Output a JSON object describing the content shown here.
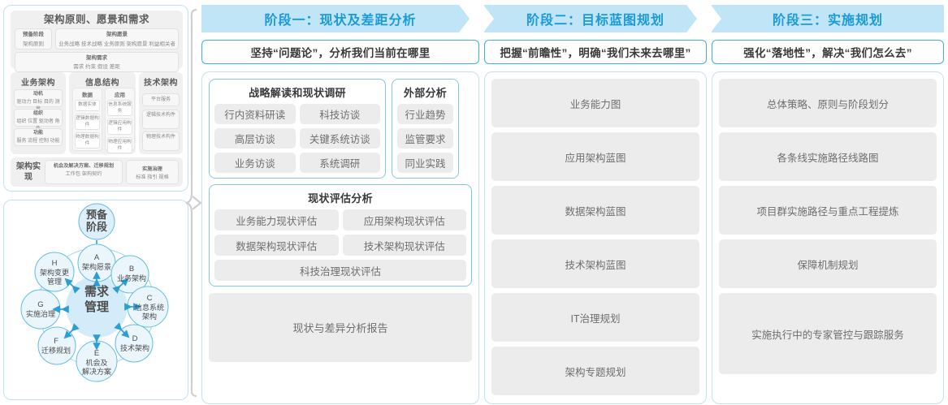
{
  "left_panel": {
    "togaf": {
      "title": "架构原则、愿景和需求",
      "prep": {
        "title": "预备阶段",
        "sub": "架构原则"
      },
      "vision": {
        "title": "架构愿景",
        "sub": "业务战略 技术战略 业务原则 架构愿景 利益相关者"
      },
      "requirement": {
        "title": "架构需求",
        "sub": "需求  约束  假设  差距"
      },
      "columns": [
        {
          "title": "业务架构",
          "items": [
            {
              "title": "动机",
              "sub": "驱动力 目标 目的 测量"
            },
            {
              "title": "组织",
              "sub": "组织 位置 驱动者 角色"
            },
            {
              "title": "功能",
              "sub": "服务 流程 控制 功能"
            }
          ]
        },
        {
          "title": "信息结构",
          "sub_groups": [
            {
              "title": "数据",
              "items": [
                "数据实体",
                "逻辑数据构件",
                "物理数据构件"
              ]
            },
            {
              "title": "应用",
              "items": [
                "信息系统服务",
                "逻辑应用构件",
                "物理应用构件"
              ]
            }
          ]
        },
        {
          "title": "技术架构",
          "items": [
            "平台服务",
            "逻辑技术构件",
            "物理技术构件"
          ]
        }
      ],
      "realization": {
        "label": "架构实现",
        "boxes": [
          {
            "title": "机会及解决方案、迁移规划",
            "sub": "工作包  架构契约"
          },
          {
            "title": "实施治理",
            "sub": "标准  指引  规格"
          }
        ]
      }
    },
    "adm": {
      "center": "需求管理",
      "top": "预备阶段",
      "nodes": [
        {
          "key": "A",
          "label": "架构愿景"
        },
        {
          "key": "B",
          "label": "业务架构"
        },
        {
          "key": "C",
          "label": "信息系统架构"
        },
        {
          "key": "D",
          "label": "技术架构"
        },
        {
          "key": "E",
          "label": "机会及解决方案"
        },
        {
          "key": "F",
          "label": "迁移规划"
        },
        {
          "key": "G",
          "label": "实施治理"
        },
        {
          "key": "H",
          "label": "架构变更管理"
        }
      ]
    }
  },
  "phases": [
    {
      "header": "阶段一：现状及差距分析",
      "subtitle": "坚持“问题论”，分析我们当前在哪里",
      "groups": [
        {
          "title": "战略解读和现状调研",
          "rows": [
            [
              "行内资料研读",
              "科技访谈"
            ],
            [
              "高层访谈",
              "关键系统访谈"
            ],
            [
              "业务访谈",
              "系统调研"
            ]
          ]
        },
        {
          "title": "外部分析",
          "items": [
            "行业趋势",
            "监管要求",
            "同业实践"
          ]
        },
        {
          "title": "现状评估分析",
          "rows": [
            [
              "业务能力现状评估",
              "应用架构现状评估"
            ],
            [
              "数据架构现状评估",
              "技术架构现状评估"
            ]
          ],
          "full_row": "科技治理现状评估"
        }
      ],
      "report": "现状与差异分析报告"
    },
    {
      "header": "阶段二：目标蓝图规划",
      "subtitle": "把握“前瞻性”，明确“我们未来去哪里”",
      "items": [
        "业务能力图",
        "应用架构蓝图",
        "数据架构蓝图",
        "技术架构蓝图",
        "IT治理规划",
        "架构专题规划"
      ]
    },
    {
      "header": "阶段三：实施规划",
      "subtitle": "强化“落地性”，解决“我们怎么去”",
      "items": [
        "总体策略、原则与阶段划分",
        "各条线实施路径线路图",
        "项目群实施路径与重点工程提炼",
        "保障机制规划",
        "实施执行中的专家管控与跟踪服务"
      ]
    }
  ],
  "colors": {
    "header_band": "#bfe5f7",
    "header_text": "#1c9ad6",
    "panel_border": "#bfe2f2",
    "sub_border": "#3fb0e0",
    "chip_bg": "#ececec",
    "chip_text": "#6e6e6e",
    "adm_circle": "#cfe9f7",
    "adm_stroke": "#62bde3"
  }
}
